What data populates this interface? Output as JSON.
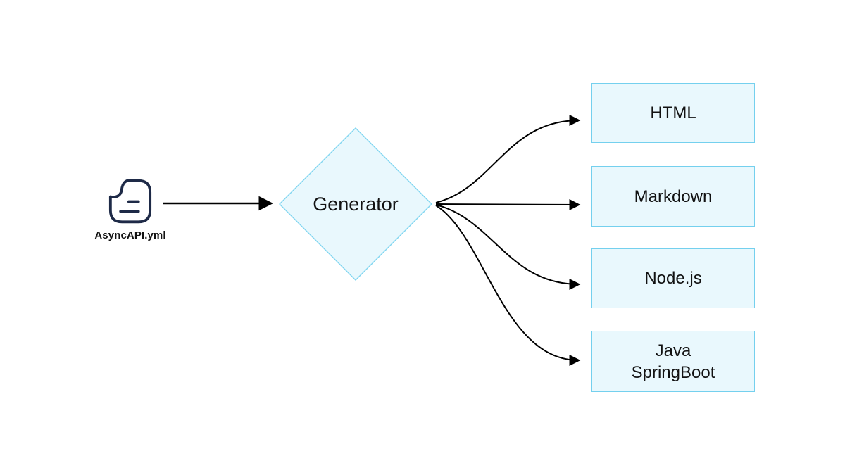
{
  "diagram": {
    "source": {
      "icon": "asyncapi-file-icon",
      "label": "AsyncAPI.yml"
    },
    "generator": {
      "label": "Generator",
      "shape": "diamond"
    },
    "outputs": [
      {
        "label": "HTML",
        "lines": [
          "HTML"
        ]
      },
      {
        "label": "Markdown",
        "lines": [
          "Markdown"
        ]
      },
      {
        "label": "Node.js",
        "lines": [
          "Node.js"
        ]
      },
      {
        "label": "Java SpringBoot",
        "lines": [
          "Java",
          "SpringBoot"
        ]
      }
    ],
    "colors": {
      "node_fill": "#e9f8fd",
      "node_border": "#74d0ee",
      "arrow": "#000000",
      "icon_stroke": "#1e2a47",
      "text": "#121212",
      "background": "#ffffff"
    }
  }
}
